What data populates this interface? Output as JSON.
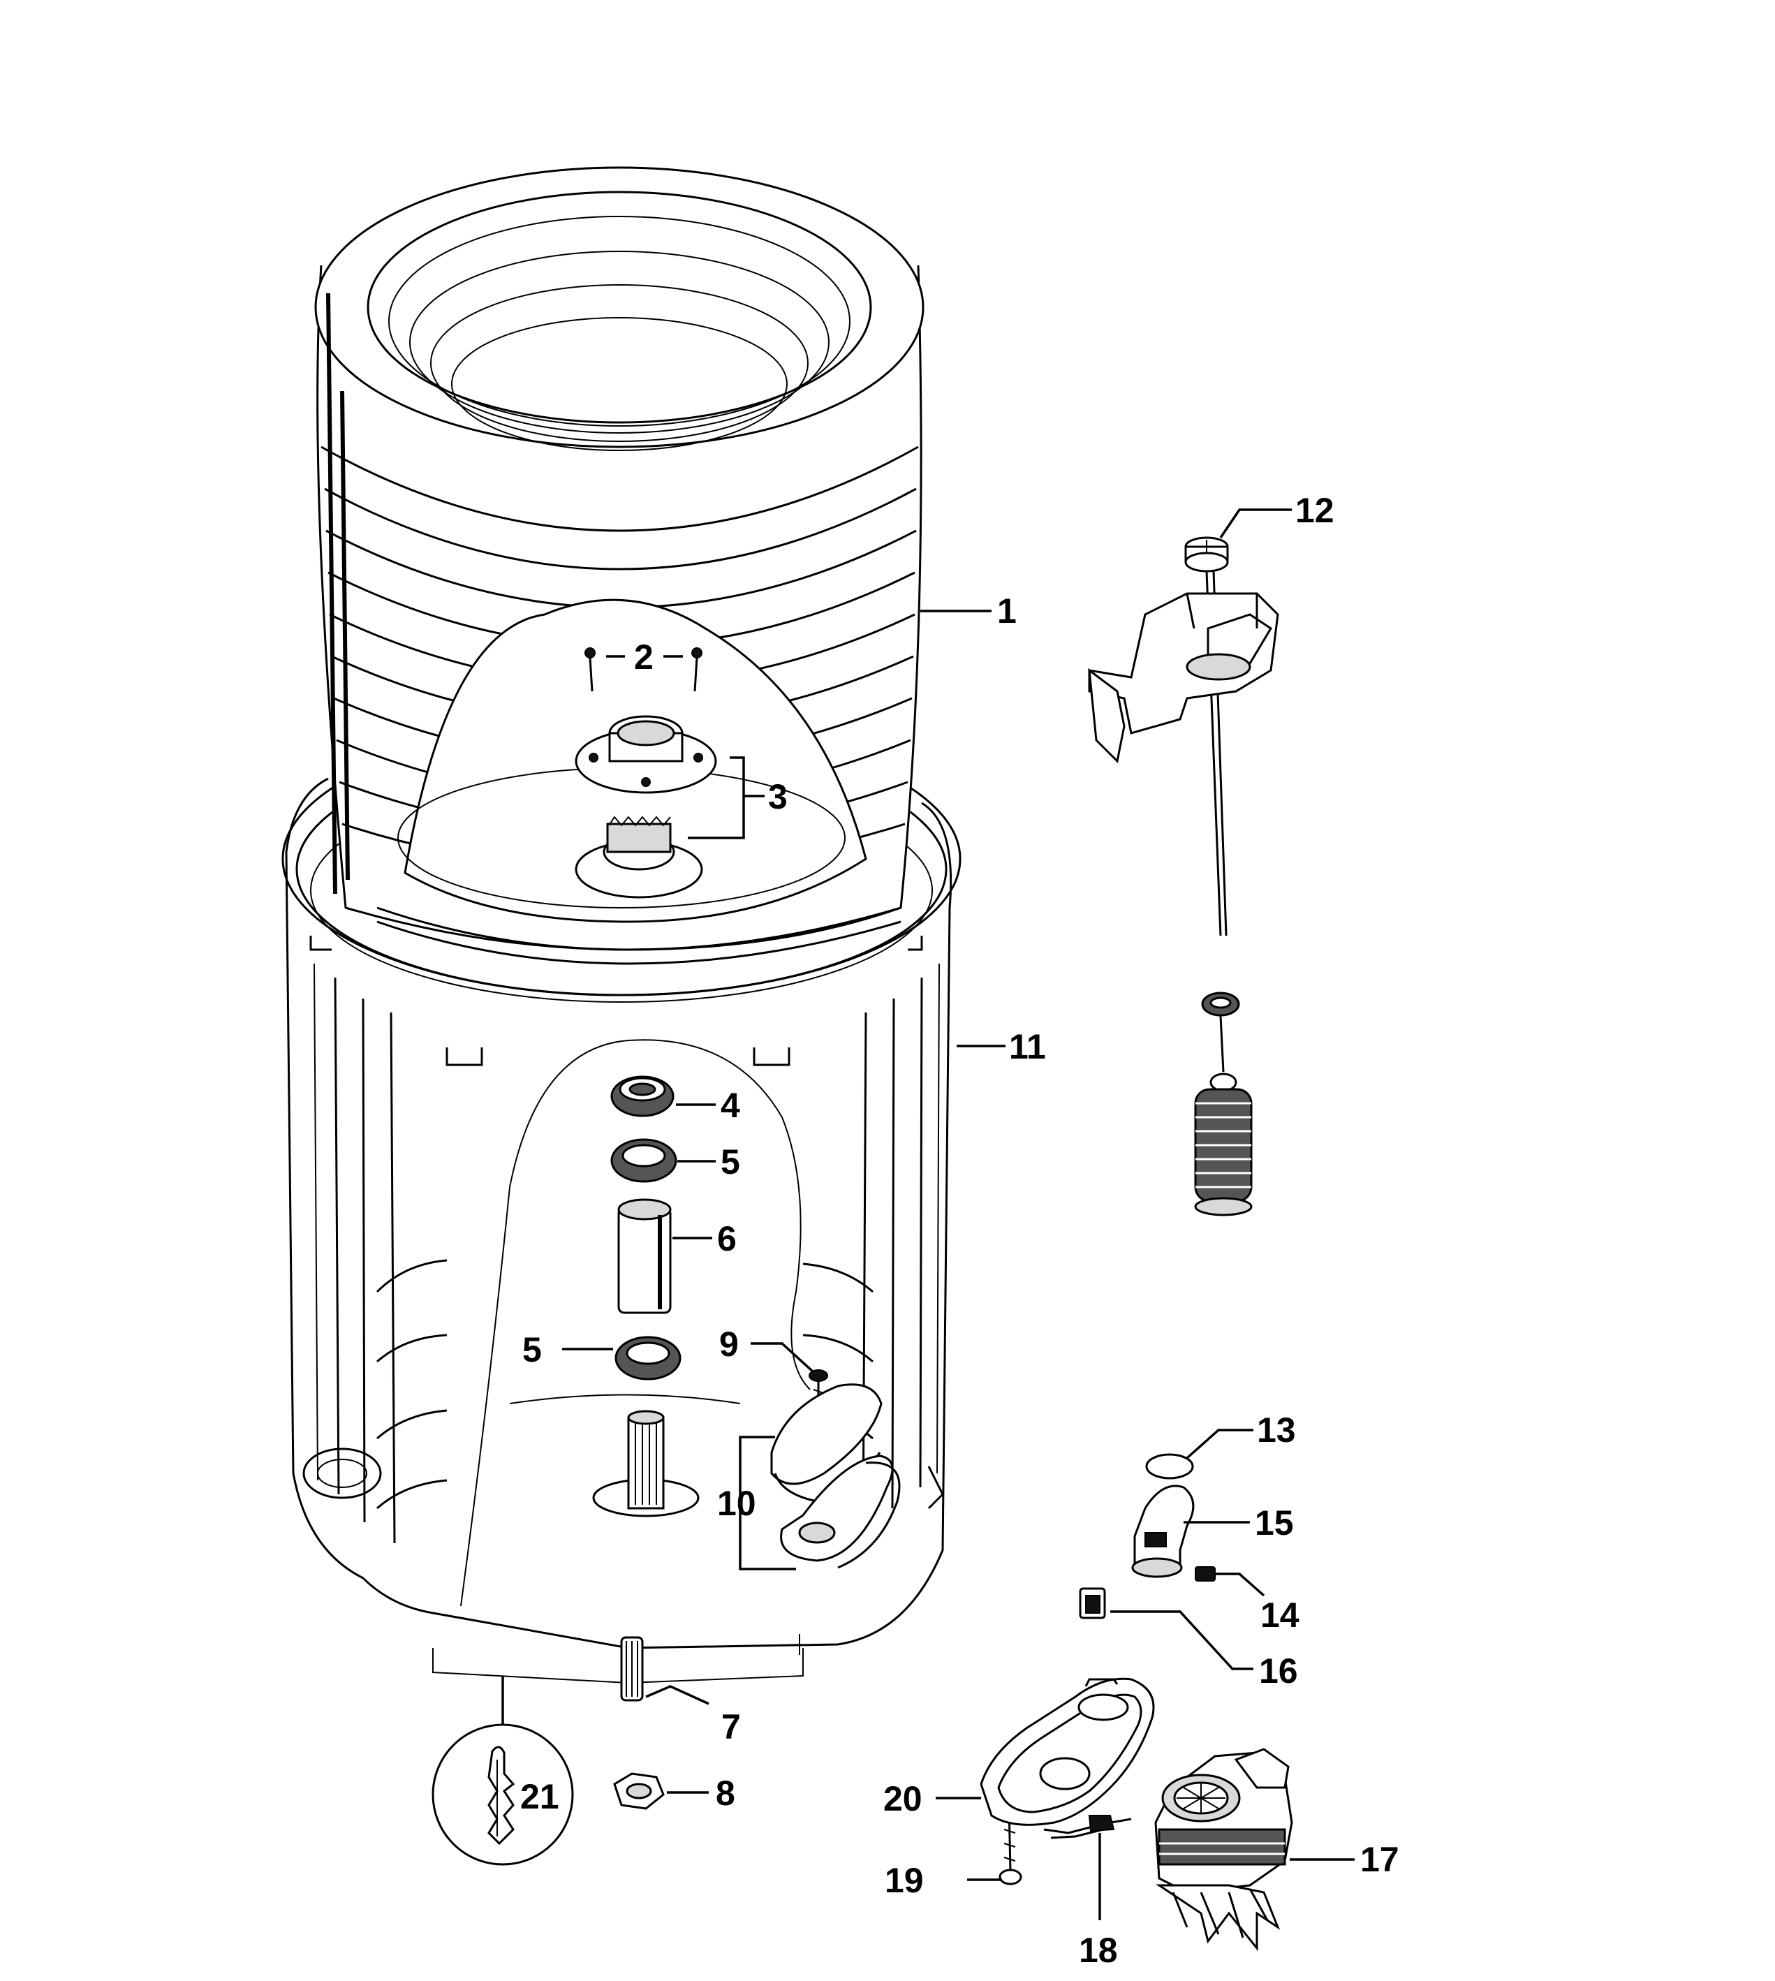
{
  "labels": {
    "p1": "1",
    "p2": "2",
    "p3": "3",
    "p4": "4",
    "p5a": "5",
    "p5b": "5",
    "p6": "6",
    "p7": "7",
    "p8": "8",
    "p9": "9",
    "p10": "10",
    "p11": "11",
    "p12": "12",
    "p13": "13",
    "p14": "14",
    "p15": "15",
    "p16": "16",
    "p17": "17",
    "p18": "18",
    "p19": "19",
    "p20": "20",
    "p21": "21"
  }
}
